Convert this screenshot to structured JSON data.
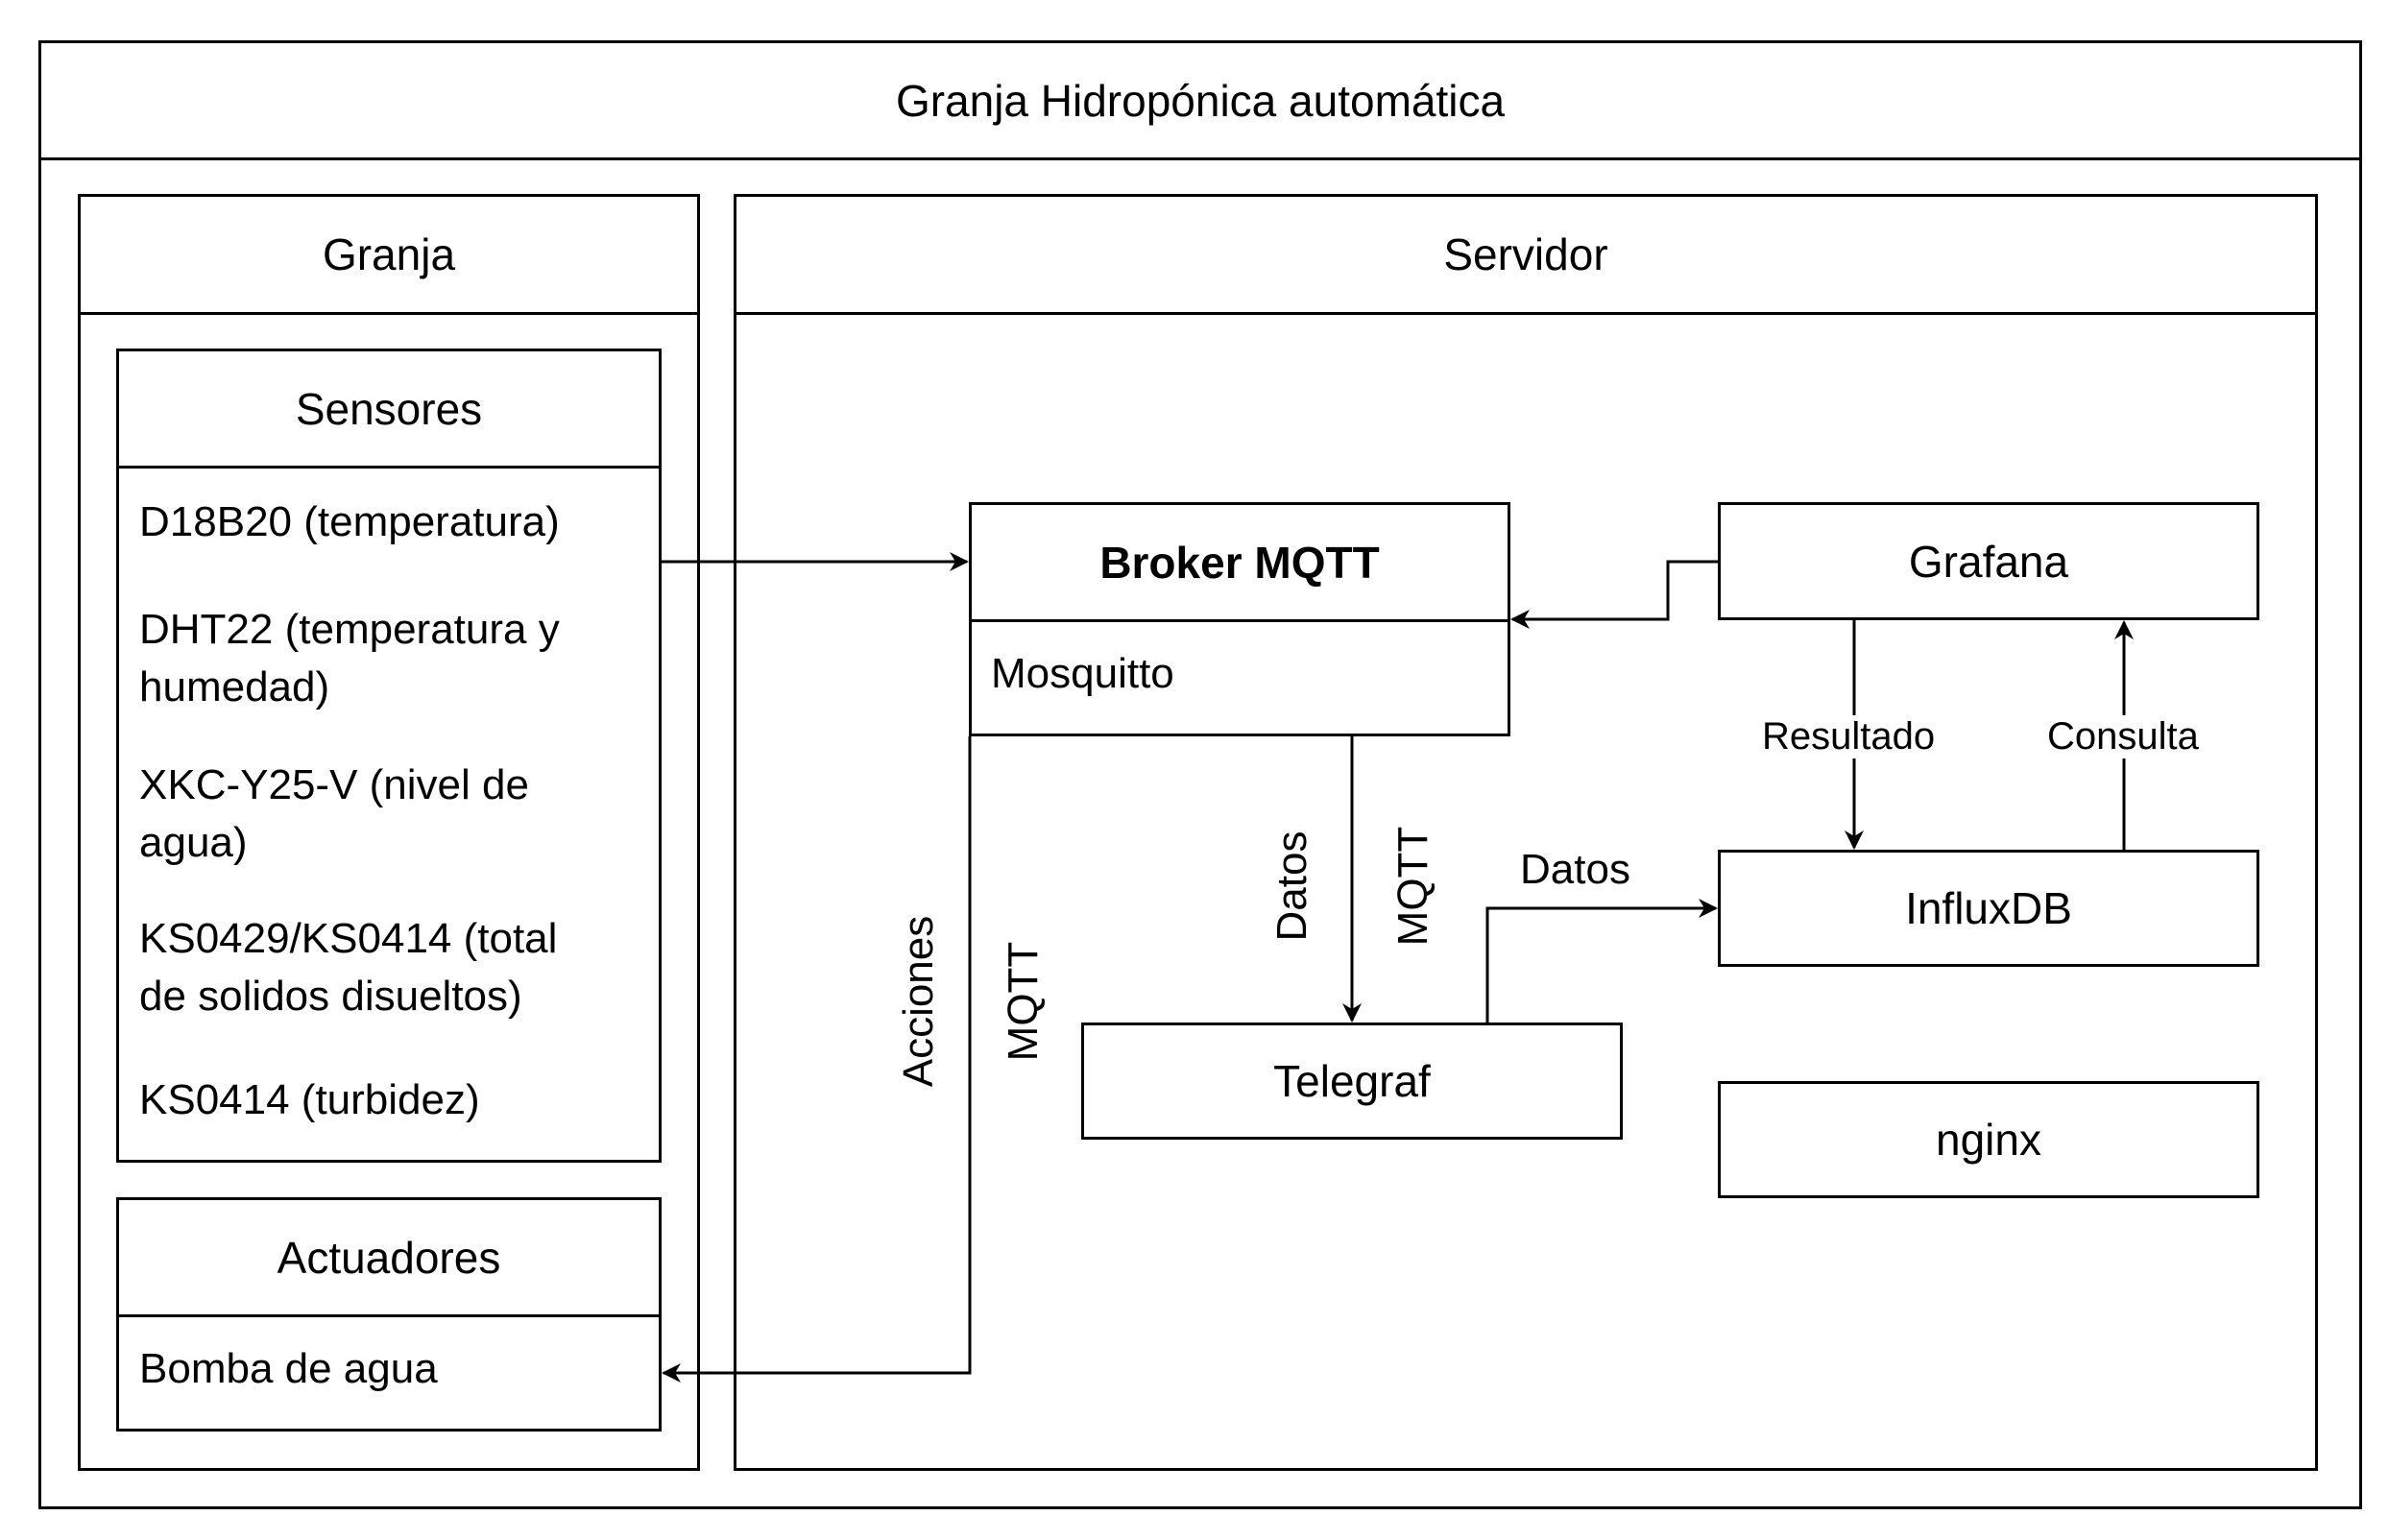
{
  "title": "Granja Hidropónica automática",
  "granja": {
    "title": "Granja",
    "sensores": {
      "title": "Sensores",
      "items": [
        "D18B20 (temperatura)",
        "DHT22 (temperatura y",
        "humedad)",
        "XKC-Y25-V (nivel de",
        "agua)",
        "KS0429/KS0414 (total",
        "de solidos disueltos)",
        "KS0414 (turbidez)"
      ]
    },
    "actuadores": {
      "title": "Actuadores",
      "items": [
        "Bomba de agua"
      ]
    }
  },
  "servidor": {
    "title": "Servidor",
    "broker": {
      "title": "Broker MQTT",
      "subtitle": "Mosquitto"
    },
    "grafana": "Grafana",
    "influxdb": "InfluxDB",
    "telegraf": "Telegraf",
    "nginx": "nginx"
  },
  "edges": {
    "acciones": "Acciones",
    "acciones_mqtt": "MQTT",
    "datos_broker": "Datos",
    "mqtt_broker": "MQTT",
    "datos_telegraf": "Datos",
    "resultado": "Resultado",
    "consulta": "Consulta"
  }
}
